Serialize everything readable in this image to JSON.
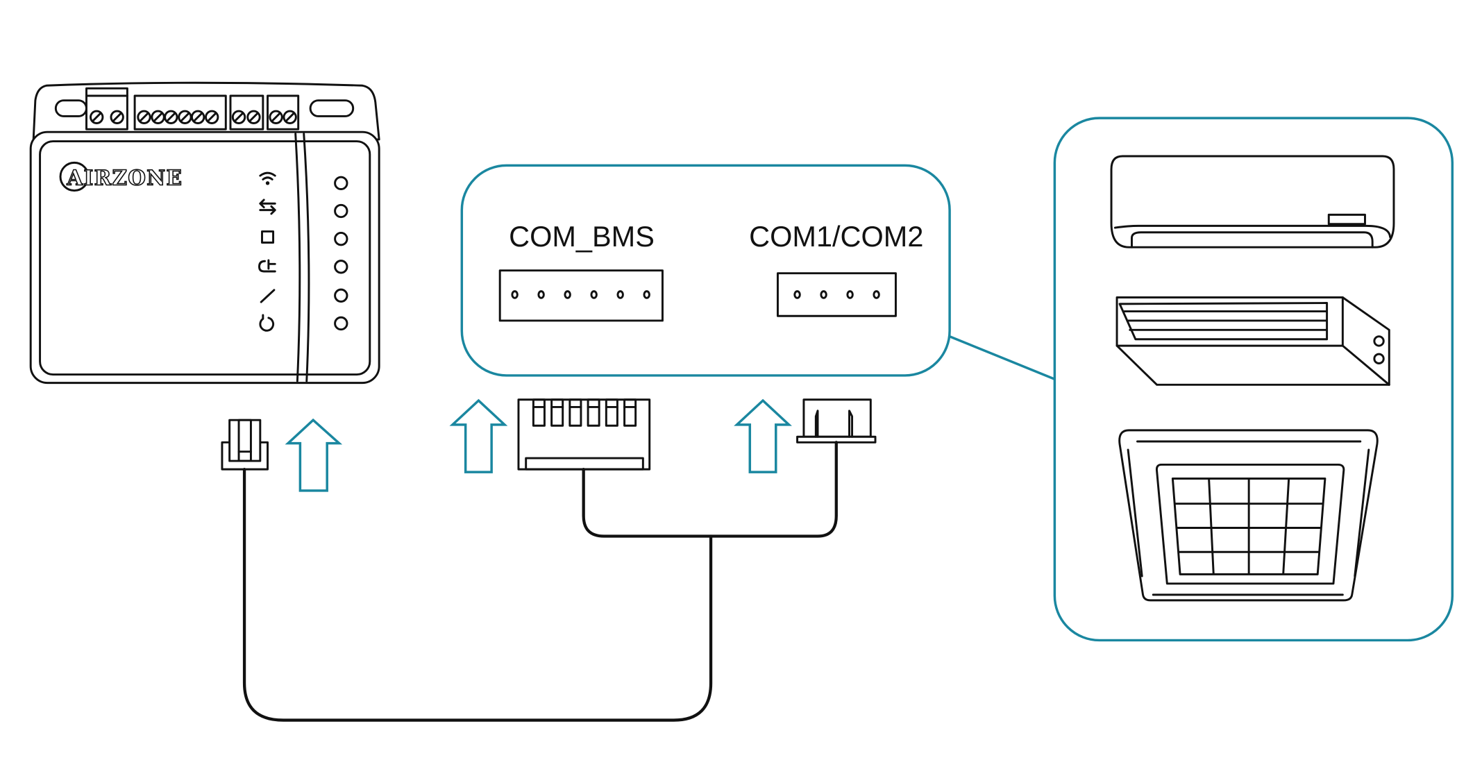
{
  "device": {
    "brand_logo": "AIRZONE",
    "status_icons": [
      "wifi-icon",
      "data-transfer-icon",
      "chip-icon",
      "power-plug-icon",
      "link-icon",
      "reset-icon"
    ],
    "led_count": 6
  },
  "ports": {
    "com_bms": {
      "label": "COM_BMS",
      "pins": 6
    },
    "com1_com2": {
      "label": "COM1/COM2",
      "pins": 4
    }
  },
  "units": [
    "wall-split-unit",
    "ducted-unit",
    "cassette-unit"
  ],
  "colors": {
    "accent": "#1a87a0",
    "line": "#111111"
  }
}
